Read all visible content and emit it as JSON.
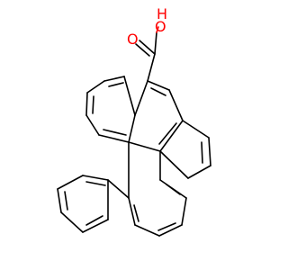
{
  "molecule": {
    "atoms": {
      "hydroxyl_h": "H",
      "hydroxyl_o": "O",
      "carbonyl_o": "O"
    },
    "colors": {
      "bond": "#000000",
      "heteroatom": "#ff0000",
      "background": "#ffffff"
    }
  }
}
